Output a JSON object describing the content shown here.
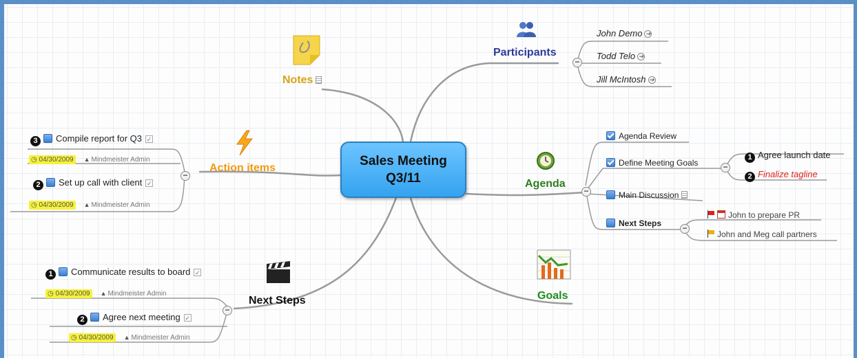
{
  "central": {
    "line1": "Sales Meeting",
    "line2": "Q3/11"
  },
  "branches": {
    "notes": {
      "label": "Notes",
      "color": "#d6a317"
    },
    "participants": {
      "label": "Participants",
      "color": "#2c3a94",
      "people": [
        "John Demo",
        "Todd Telo",
        "Jill McIntosh"
      ]
    },
    "action_items": {
      "label": "Action items",
      "color": "#f39a12",
      "tasks": [
        {
          "priority": "3",
          "label": "Compile report for Q3",
          "date": "04/30/2009",
          "owner": "Mindmeister Admin"
        },
        {
          "priority": "2",
          "label": "Set up call with client",
          "date": "04/30/2009",
          "owner": "Mindmeister Admin"
        }
      ]
    },
    "agenda": {
      "label": "Agenda",
      "color": "#2e7d1f",
      "items": {
        "review": "Agenda Review",
        "goals": "Define Meeting Goals",
        "discussion": "Main Discussion",
        "next_steps": "Next Steps"
      },
      "goal_children": [
        {
          "priority": "1",
          "label": "Agree launch date"
        },
        {
          "priority": "2",
          "label": "Finalize tagline",
          "color": "#e0231a"
        }
      ],
      "next_children": [
        "John to prepare PR",
        "John and Meg call partners"
      ]
    },
    "goals": {
      "label": "Goals",
      "color": "#1e8c1e"
    },
    "next_steps": {
      "label": "Next Steps",
      "color": "#111111",
      "tasks": [
        {
          "priority": "1",
          "label": "Communicate results to board",
          "date": "04/30/2009",
          "owner": "Mindmeister Admin"
        },
        {
          "priority": "2",
          "label": "Agree next meeting",
          "date": "04/30/2009",
          "owner": "Mindmeister Admin"
        }
      ]
    }
  },
  "icons": {
    "central": "none",
    "notes": "sticky-note-icon",
    "participants": "people-icon",
    "action_items": "lightning-icon",
    "agenda": "clock-icon",
    "goals": "chart-icon",
    "next_steps": "clapperboard-icon"
  }
}
